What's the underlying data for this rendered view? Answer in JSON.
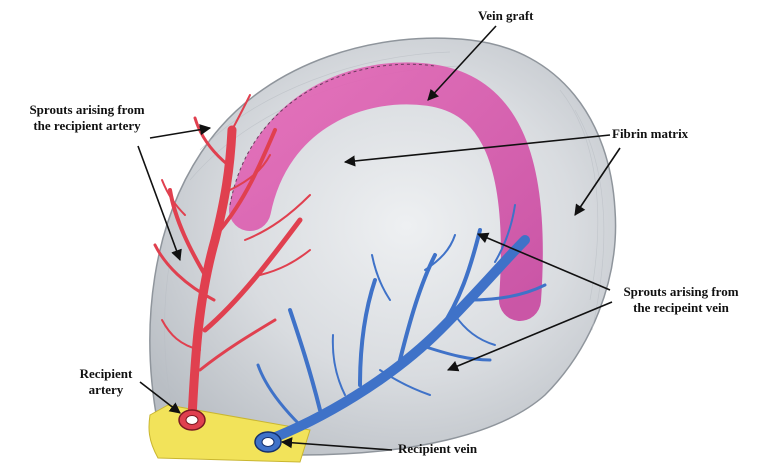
{
  "labels": {
    "vein_graft": "Vein graft",
    "sprouts_artery_line1": "Sprouts arising from",
    "sprouts_artery_line2": "the recipient artery",
    "fibrin_matrix": "Fibrin matrix",
    "sprouts_vein_line1": "Sprouts arising from",
    "sprouts_vein_line2": "the recipeint vein",
    "recipient_artery_line1": "Recipient",
    "recipient_artery_line2": "artery",
    "recipient_vein": "Recipient vein"
  },
  "colors": {
    "matrix": "#d6d9dd",
    "matrix_edge": "#8f959c",
    "artery": "#e0404f",
    "vein": "#3f72c8",
    "graft": "#e068b6",
    "base": "#f2e35a",
    "arrow": "#111111"
  }
}
